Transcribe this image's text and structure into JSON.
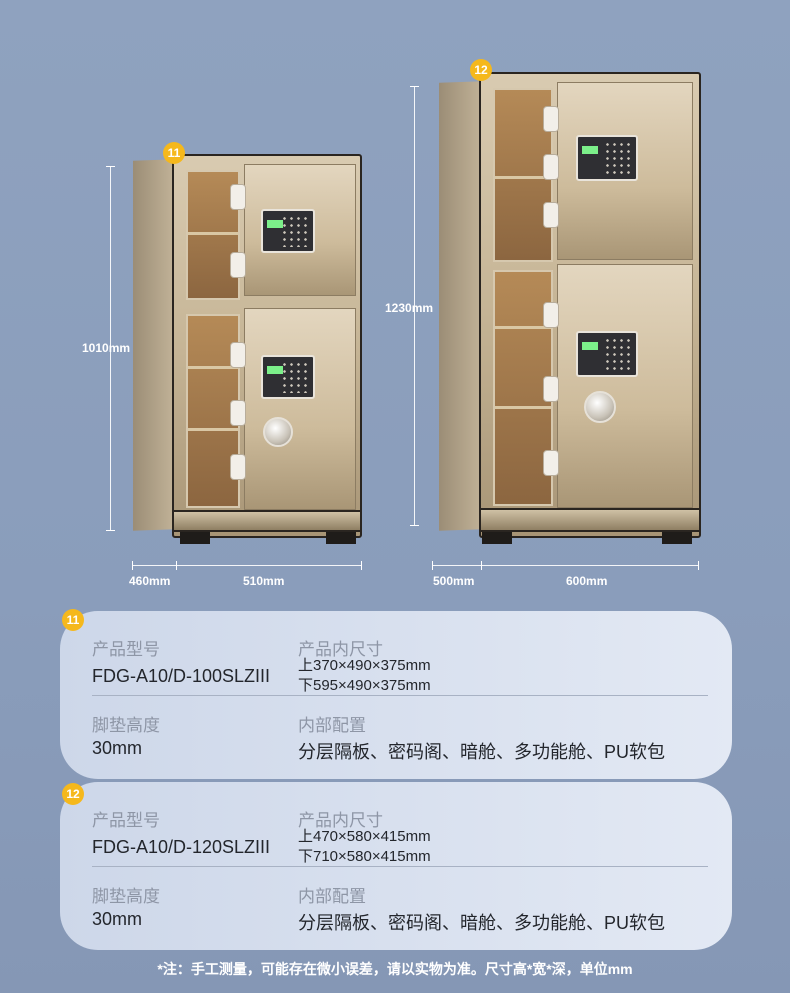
{
  "safe_11": {
    "badge": "11",
    "height": "1010mm",
    "depth": "460mm",
    "width": "510mm"
  },
  "safe_12": {
    "badge": "12",
    "height": "1230mm",
    "depth": "500mm",
    "width": "600mm"
  },
  "cards": [
    {
      "badge": "11",
      "model_label": "产品型号",
      "model_value": "FDG-A10/D-100SLZIII",
      "inner_size_label": "产品内尺寸",
      "inner_size_upper": "上370×490×375mm",
      "inner_size_lower": "下595×490×375mm",
      "foot_label": "脚垫高度",
      "foot_value": "30mm",
      "config_label": "内部配置",
      "config_value": "分层隔板、密码阁、暗舱、多功能舱、PU软包"
    },
    {
      "badge": "12",
      "model_label": "产品型号",
      "model_value": "FDG-A10/D-120SLZIII",
      "inner_size_label": "产品内尺寸",
      "inner_size_upper": "上470×580×415mm",
      "inner_size_lower": "下710×580×415mm",
      "foot_label": "脚垫高度",
      "foot_value": "30mm",
      "config_label": "内部配置",
      "config_value": "分层隔板、密码阁、暗舱、多功能舱、PU软包"
    }
  ],
  "note": "*注：手工测量，可能存在微小误差，请以实物为准。尺寸高*宽*深，单位mm",
  "colors": {
    "background": "#8fa2bf",
    "badge": "#f5b81c",
    "card": "#dfe6f2"
  }
}
